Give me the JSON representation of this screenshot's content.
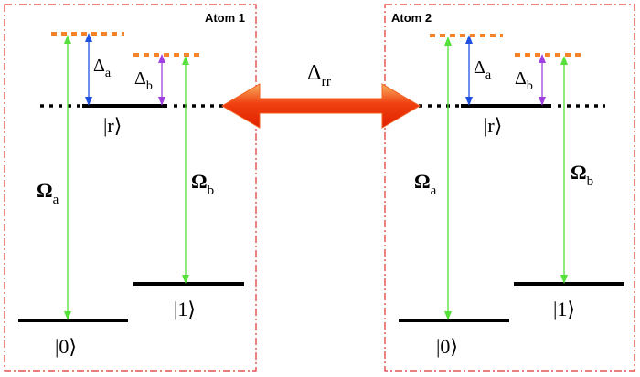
{
  "atoms": [
    {
      "title": "Atom 1",
      "level_r": "|r⟩",
      "level_0": "|0⟩",
      "level_1": "|1⟩",
      "omega_a": {
        "symbol": "Ω",
        "sub": "a"
      },
      "omega_b": {
        "symbol": "Ω",
        "sub": "b"
      },
      "delta_a": {
        "symbol": "Δ",
        "sub": "a"
      },
      "delta_b": {
        "symbol": "Δ",
        "sub": "b"
      }
    },
    {
      "title": "Atom 2",
      "level_r": "|r⟩",
      "level_0": "|0⟩",
      "level_1": "|1⟩",
      "omega_a": {
        "symbol": "Ω",
        "sub": "a"
      },
      "omega_b": {
        "symbol": "Ω",
        "sub": "b"
      },
      "delta_a": {
        "symbol": "Δ",
        "sub": "a"
      },
      "delta_b": {
        "symbol": "Δ",
        "sub": "b"
      }
    }
  ],
  "interaction": {
    "symbol": "Δ",
    "sub": "rr"
  },
  "colors": {
    "frame": "#e03030",
    "level": "#000000",
    "detuned_level": "#f5832a",
    "omega_arrow": "#55e03a",
    "delta_a_arrow": "#2050e0",
    "delta_b_arrow": "#a040e0",
    "interaction_arrow": "#f04010"
  }
}
